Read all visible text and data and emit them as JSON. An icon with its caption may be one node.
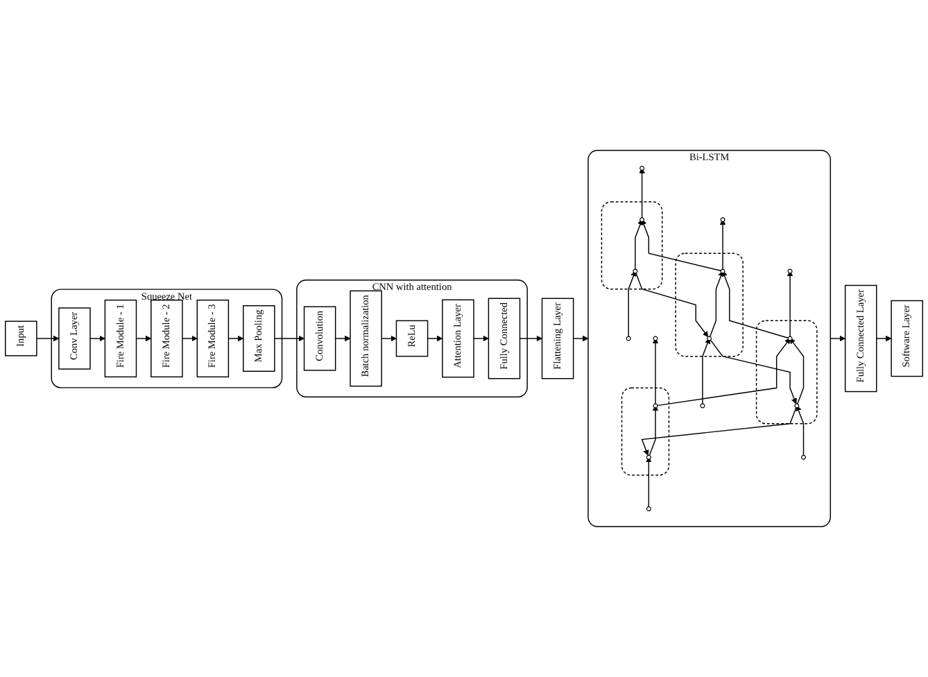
{
  "diagram": {
    "nodes": [
      {
        "text": [
          "Input"
        ]
      },
      {
        "text": [
          "Squeeze Net"
        ]
      },
      {
        "text": [
          "Conv Layer"
        ],
        "in": 1
      },
      {
        "text": [
          "Fire Module - 1"
        ],
        "in": 1
      },
      {
        "text": [
          "Fire Module - 2"
        ],
        "in": 1
      },
      {
        "text": [
          "Fire Module - 3"
        ],
        "in": 1
      },
      {
        "text": [
          "Max Pooling"
        ],
        "in": 1
      },
      {
        "text": [
          "CNN with attention"
        ]
      },
      {
        "text": [
          "Convolution"
        ],
        "in": 7
      },
      {
        "text": [
          "Batch normalization"
        ],
        "in": 7
      },
      {
        "text": [
          "ReLu"
        ],
        "in": 7
      },
      {
        "text": [
          "Attention Layer"
        ],
        "in": 7
      },
      {
        "text": [
          "Fully Connected"
        ],
        "in": 7
      },
      {
        "text": [
          "Software Layer"
        ]
      },
      {
        "text": [
          "Fully Connected Layer"
        ]
      },
      {
        "text": [
          "Bi-LSTM"
        ]
      },
      {
        "text": [],
        "shape": "circle",
        "in": 15
      },
      {
        "text": [],
        "shape": "circle",
        "in": 15
      },
      {
        "text": [],
        "shape": "circle",
        "in": 15
      },
      {
        "text": [],
        "shape": "circle",
        "in": 15
      },
      {
        "text": [],
        "shape": "box",
        "in": 15
      },
      {
        "text": [],
        "shape": "box",
        "in": 15
      },
      {
        "text": [],
        "shape": "box",
        "in": 15
      },
      {
        "text": [],
        "shape": "box",
        "in": 15
      },
      {
        "text": [],
        "shape": "circle",
        "in": 20
      },
      {
        "text": [],
        "shape": "circle",
        "in": 21
      },
      {
        "text": [],
        "shape": "circle",
        "in": 22
      },
      {
        "text": [],
        "shape": "circle",
        "in": 23
      },
      {
        "text": [],
        "shape": "circle",
        "in": 20
      },
      {
        "text": [],
        "shape": "circle",
        "in": 21
      },
      {
        "text": [],
        "shape": "circle",
        "in": 22
      },
      {
        "text": [],
        "shape": "circle",
        "in": 23
      },
      {
        "text": [],
        "shape": "circle",
        "in": 15
      },
      {
        "text": [],
        "shape": "circle",
        "in": 15
      },
      {
        "text": [],
        "shape": "circle",
        "in": 15
      },
      {
        "text": [],
        "shape": "circle",
        "in": 15
      },
      {
        "text": [
          "Flattening Layer"
        ]
      }
    ],
    "edges": [
      {
        "from": 0,
        "to": 2,
        "arrow": "to"
      },
      {
        "from": 2,
        "to": 3,
        "arrow": "to"
      },
      {
        "from": 3,
        "to": 4,
        "arrow": "to"
      },
      {
        "from": 4,
        "to": 5,
        "arrow": "to"
      },
      {
        "from": 5,
        "to": 6,
        "arrow": "to"
      },
      {
        "from": 6,
        "to": 8,
        "arrow": "to"
      },
      {
        "from": 8,
        "to": 9,
        "arrow": "to"
      },
      {
        "from": 9,
        "to": 10,
        "arrow": "to"
      },
      {
        "from": 10,
        "to": 11,
        "arrow": "to"
      },
      {
        "from": 11,
        "to": 12,
        "arrow": "to"
      },
      {
        "from": 12,
        "to": 36,
        "arrow": "to"
      },
      {
        "from": 36,
        "to": 15,
        "arrow": "to"
      },
      {
        "from": 15,
        "to": 14,
        "arrow": "to"
      },
      {
        "from": 14,
        "to": 13,
        "arrow": "to"
      },
      {
        "from": 32,
        "to": 28,
        "arrow": "to"
      },
      {
        "from": 33,
        "to": 29,
        "arrow": "to"
      },
      {
        "from": 34,
        "to": 30,
        "arrow": "to"
      },
      {
        "from": 35,
        "to": 31,
        "arrow": "to"
      },
      {
        "from": 28,
        "to": 29,
        "arrow": "to"
      },
      {
        "from": 29,
        "to": 30,
        "arrow": "to"
      },
      {
        "from": 30,
        "to": 31,
        "arrow": "to"
      },
      {
        "from": 27,
        "to": 26,
        "arrow": "to"
      },
      {
        "from": 26,
        "to": 25,
        "arrow": "to"
      },
      {
        "from": 25,
        "to": 24,
        "arrow": "to"
      },
      {
        "from": 28,
        "to": 24,
        "arrow": "to"
      },
      {
        "from": 29,
        "to": 25,
        "arrow": "to"
      },
      {
        "from": 30,
        "to": 26,
        "arrow": "to"
      },
      {
        "from": 31,
        "to": 27,
        "arrow": "to"
      },
      {
        "from": 24,
        "to": 16,
        "arrow": "to"
      },
      {
        "from": 25,
        "to": 17,
        "arrow": "to"
      },
      {
        "from": 26,
        "to": 18,
        "arrow": "to"
      },
      {
        "from": 27,
        "to": 19,
        "arrow": "to"
      }
    ]
  }
}
